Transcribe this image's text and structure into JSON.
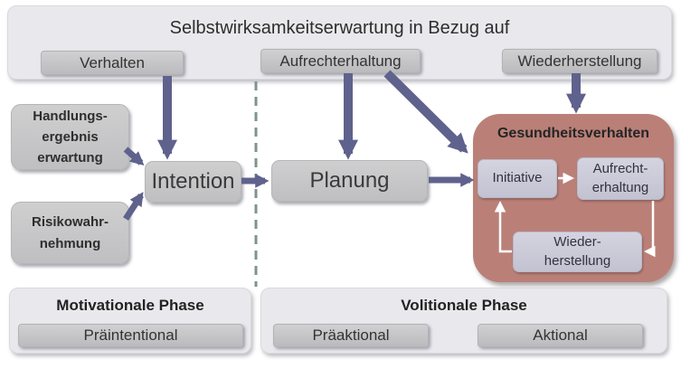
{
  "colors": {
    "arrow": "#5f628c",
    "dash": "#7e948e",
    "panel": "#e9e9ed",
    "red": "#ba8078",
    "text": "#2d2d2d"
  },
  "top_panel": {
    "title": "Selbstwirksamkeitserwartung in Bezug auf",
    "items": [
      {
        "label": "Verhalten"
      },
      {
        "label": "Aufrechterhaltung"
      },
      {
        "label": "Wiederherstellung"
      }
    ]
  },
  "nodes": {
    "outcome_expectancy": {
      "lines": [
        "Handlungs-",
        "ergebnis",
        "erwartung"
      ]
    },
    "risk_perception": {
      "lines": [
        "Risikowahr-",
        "nehmung"
      ]
    },
    "intention": "Intention",
    "planning": "Planung"
  },
  "health_behavior": {
    "title": "Gesundheitsverhalten",
    "initiative": "Initiative",
    "maintenance": {
      "lines": [
        "Aufrecht-",
        "erhaltung"
      ]
    },
    "recovery": {
      "lines": [
        "Wieder-",
        "herstellung"
      ]
    }
  },
  "phases": {
    "motivational": {
      "title": "Motivationale Phase",
      "stages": [
        "Präintentional"
      ]
    },
    "volitional": {
      "title": "Volitionale Phase",
      "stages": [
        "Präaktional",
        "Aktional"
      ]
    }
  }
}
